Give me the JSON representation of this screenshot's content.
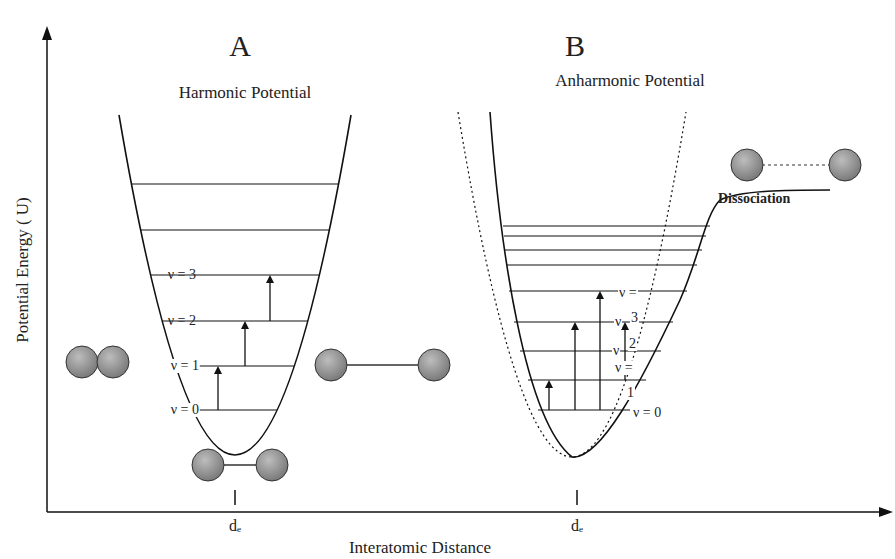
{
  "diagram": {
    "labels": [
      "A",
      "B",
      "Harmonic Potential",
      "Anharmonic Potential",
      "Potential Energy ( U)",
      "Interatomic Distance",
      "ν = 3",
      "ν = 2",
      "ν = 1",
      "ν = 0",
      "dₑ",
      "dₑ",
      "Dissociation",
      "ν =",
      "ν",
      "3",
      "ν",
      "2",
      "ν =",
      "1",
      "ν = 0"
    ]
  }
}
